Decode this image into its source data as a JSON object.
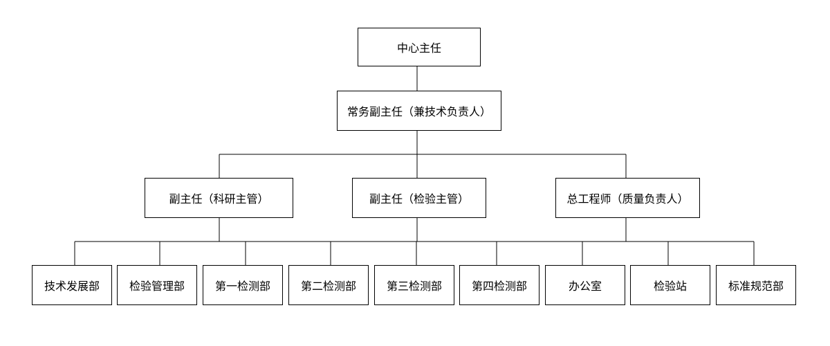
{
  "org_chart": {
    "director": "中心主任",
    "executive_deputy": "常务副主任（兼技术负责人）",
    "deputies": [
      "副主任（科研主管）",
      "副主任（检验主管）",
      "总工程师（质量负责人）"
    ],
    "departments": [
      "技术发展部",
      "检验管理部",
      "第一检测部",
      "第二检测部",
      "第三检测部",
      "第四检测部",
      "办公室",
      "检验站",
      "标准规范部"
    ]
  }
}
